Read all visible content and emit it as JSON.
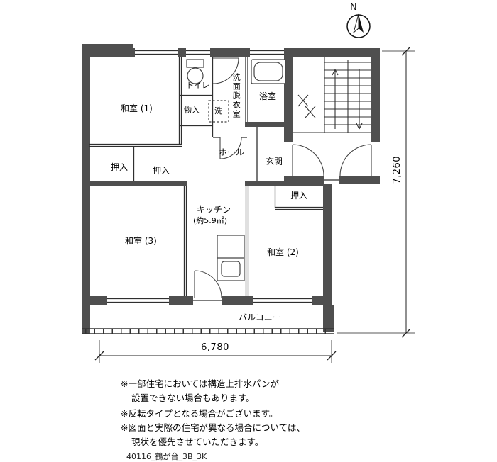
{
  "compass_label": "N",
  "labels": {
    "washitsu1": "和室 (1)",
    "washitsu2": "和室 (2)",
    "washitsu3": "和室 (3)",
    "toilet": "トイレ",
    "storage": "物入",
    "laundry": "洗",
    "washroom": "洗面脱衣室",
    "bath": "浴室",
    "hall": "ホール",
    "entrance": "玄関",
    "closet1": "押入",
    "closet2": "押入",
    "closet3": "押入",
    "kitchen_name": "キッチン",
    "kitchen_area": "(約5.9㎡)",
    "balcony": "バルコニー"
  },
  "dimensions": {
    "width": "6,780",
    "depth": "7,260"
  },
  "notes": [
    "※一部住宅においては構造上排水パンが",
    "設置できない場合もあります。",
    "※反転タイプとなる場合がございます。",
    "※図面と実際の住宅が異なる場合については、",
    "現状を優先させていただきます。"
  ],
  "footer_id": "40116_鶴が台_3B_3K",
  "colors": {
    "wall": "#4f4f4f",
    "line": "#2f2f2f"
  }
}
